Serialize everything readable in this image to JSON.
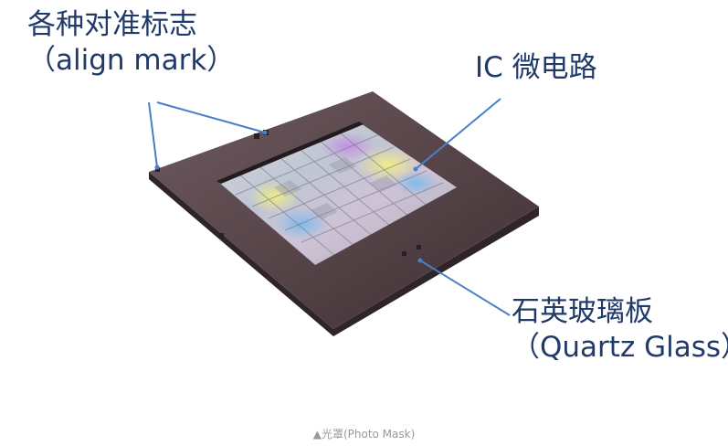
{
  "labels": {
    "align_mark_cn": "各种对准标志",
    "align_mark_en": "（align mark）",
    "ic": "IC 微电路",
    "quartz_cn": "石英玻璃板",
    "quartz_en": "（Quartz Glass）"
  },
  "caption": "▲光罩(Photo Mask)",
  "colors": {
    "label_text": "#1f3a6b",
    "pointer_line": "#4a7fc8",
    "plate_top": "#5a4a50",
    "plate_edge": "#2f2528",
    "caption": "#9a9a9a"
  }
}
